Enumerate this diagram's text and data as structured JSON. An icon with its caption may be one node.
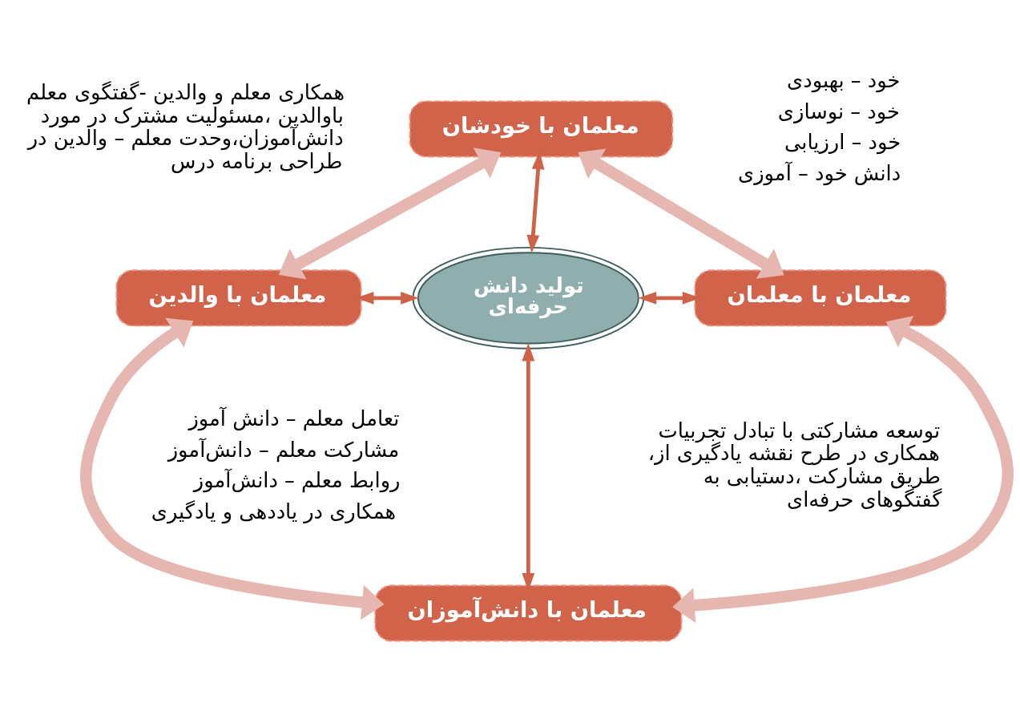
{
  "diagram": {
    "nodes": [
      {
        "text": [
          "معلمان با خودشان"
        ]
      },
      {
        "text": [
          "معلمان با معلمان"
        ]
      },
      {
        "text": [
          "تولید دانش حرفه‌ای"
        ]
      },
      {
        "text": [
          "معلمان با والدین"
        ]
      },
      {
        "text": [
          "معلمان با دانش‌آموزان"
        ]
      }
    ],
    "edges": [
      {
        "from": 0,
        "to": 2,
        "arrow": "both",
        "color": "#cf6349"
      },
      {
        "from": 2,
        "to": 1,
        "arrow": "both",
        "color": "#cf6349"
      },
      {
        "from": 3,
        "to": 2,
        "arrow": "both",
        "color": "#cf6349"
      },
      {
        "from": 2,
        "to": 4,
        "arrow": "both",
        "color": "#cf6349"
      },
      {
        "from": 0,
        "to": 1,
        "arrow": "both",
        "style": "thick",
        "color": "#e6b6b0"
      },
      {
        "from": 0,
        "to": 3,
        "arrow": "both",
        "style": "thick",
        "color": "#e6b6b0"
      },
      {
        "from": 1,
        "to": 4,
        "arrow": "both",
        "style": "thick",
        "color": "#e6b6b0"
      },
      {
        "from": 3,
        "to": 4,
        "arrow": "both",
        "style": "thick",
        "color": "#e6b6b0"
      }
    ],
    "labels": [
      "خود – بهبودی",
      "خود – نوسازی",
      "خود – ارزیابی",
      "دانش خود – آموزی",
      "همکاری معلم و والدین -گفتگوی معلم باوالدین ،مسئولیت مشترک در مورد دانش‌آموزان،وحدت معلم – والدین در طراحی برنامه درس",
      "توسعه مشارکتی با تبادل تجربیات ،همکاری در طرح نقشه یادگیری از طریق مشارکت ،دستیابی به گفتگوهای حرفه‌ای",
      "تعامل معلم – دانش آموز",
      "مشارکت معلم – دانش‌آموز",
      "روابط معلم – دانش‌آموز",
      "همکاری در یاددهی و یادگیری"
    ]
  }
}
